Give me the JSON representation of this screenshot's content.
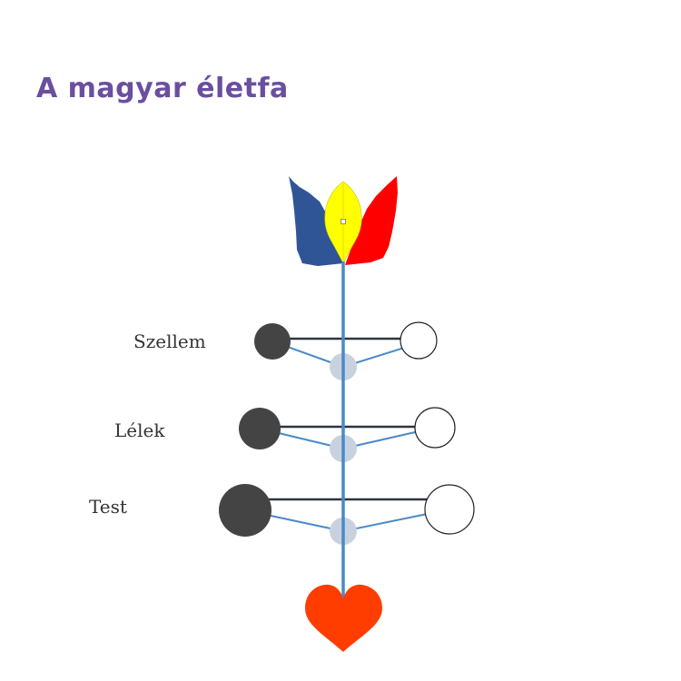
{
  "title": "A magyar életfa",
  "levels": [
    {
      "label": "Szellem"
    },
    {
      "label": "Lélek"
    },
    {
      "label": "Test"
    }
  ],
  "colors": {
    "title": "#6a4fa0",
    "trunk": "#4a8ac8",
    "dark_circle": "#444444",
    "light_circle": "#ffffff",
    "junction": "#c8d2de",
    "heart": "#ff3d00",
    "flower_blue": "#2f5597",
    "flower_yellow": "#ffff00",
    "flower_red": "#ff0000"
  }
}
